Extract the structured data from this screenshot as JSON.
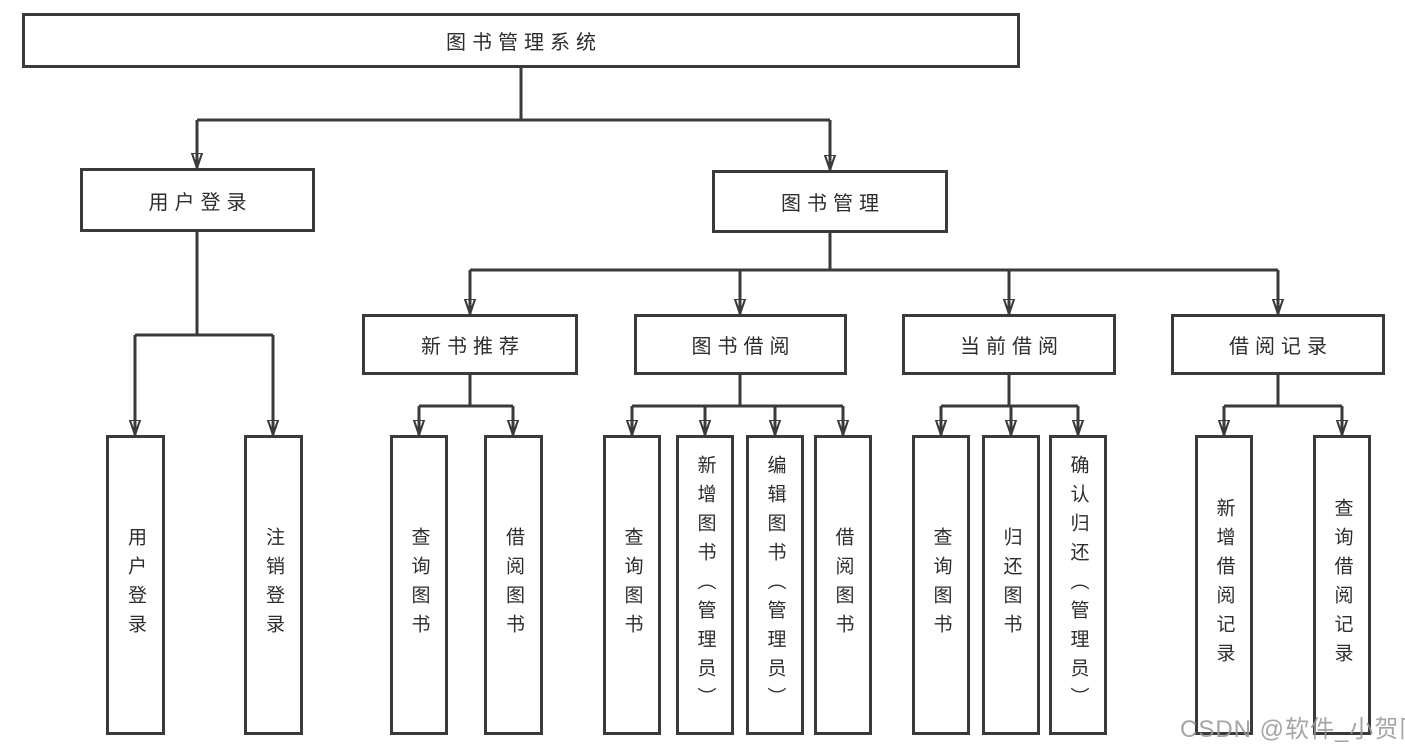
{
  "diagram": {
    "type": "tree-structure-diagram",
    "colors": {
      "line": "#3a3a3a",
      "border": "#3a3a3a",
      "text": "#2d2d2d",
      "background": "#ffffff",
      "watermark": "#999999"
    },
    "nodes": {
      "root": {
        "label": "图书管理系统",
        "children": [
          "user_login",
          "book_management"
        ]
      },
      "user_login": {
        "label": "用户登录",
        "children": [
          "leaf_user_login",
          "leaf_logout"
        ]
      },
      "book_management": {
        "label": "图书管理",
        "children": [
          "new_book_recommend",
          "book_borrow",
          "current_borrow",
          "borrow_records"
        ]
      },
      "new_book_recommend": {
        "label": "新书推荐",
        "children": [
          "leaf_query_book_1",
          "leaf_borrow_book_1"
        ]
      },
      "book_borrow": {
        "label": "图书借阅",
        "children": [
          "leaf_query_book_2",
          "leaf_add_book",
          "leaf_edit_book",
          "leaf_borrow_book_2"
        ]
      },
      "current_borrow": {
        "label": "当前借阅",
        "children": [
          "leaf_query_book_3",
          "leaf_return_book",
          "leaf_confirm_return"
        ]
      },
      "borrow_records": {
        "label": "借阅记录",
        "children": [
          "leaf_add_borrow_record",
          "leaf_query_borrow_record"
        ]
      },
      "leaf_user_login": {
        "label": "用户登录"
      },
      "leaf_logout": {
        "label": "注销登录"
      },
      "leaf_query_book_1": {
        "label": "查询图书"
      },
      "leaf_borrow_book_1": {
        "label": "借阅图书"
      },
      "leaf_query_book_2": {
        "label": "查询图书"
      },
      "leaf_add_book": {
        "label": "新增图书（管理员）"
      },
      "leaf_edit_book": {
        "label": "编辑图书（管理员）"
      },
      "leaf_borrow_book_2": {
        "label": "借阅图书"
      },
      "leaf_query_book_3": {
        "label": "查询图书"
      },
      "leaf_return_book": {
        "label": "归还图书"
      },
      "leaf_confirm_return": {
        "label": "确认归还（管理员）"
      },
      "leaf_add_borrow_record": {
        "label": "新增借阅记录"
      },
      "leaf_query_borrow_record": {
        "label": "查询借阅记录"
      }
    },
    "watermark": "CSDN @软件_小贺同学"
  }
}
